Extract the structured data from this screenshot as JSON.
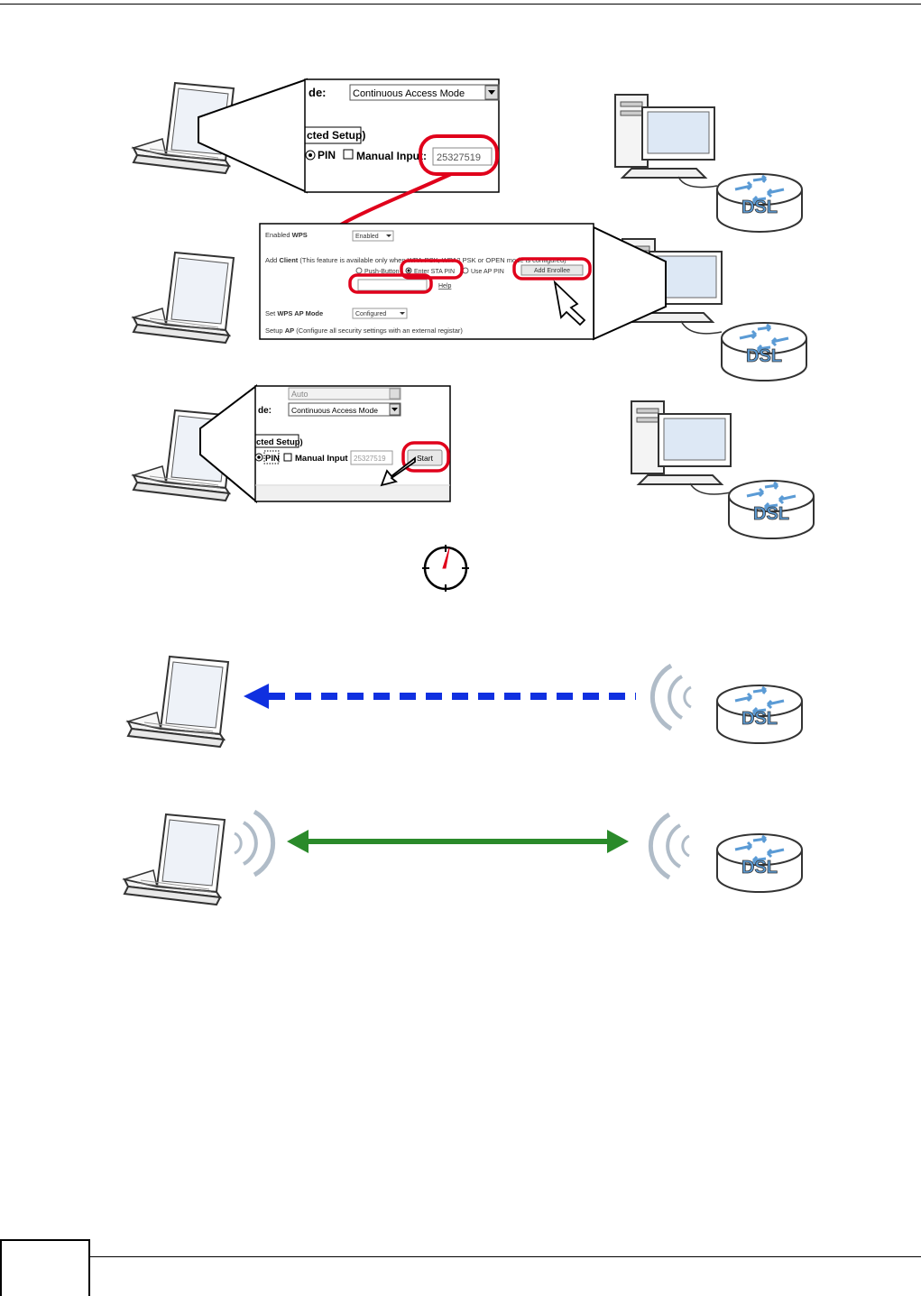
{
  "step1": {
    "mode_label": "de:",
    "mode_value": "Continuous Access Mode",
    "setup_label": "cted Setup)",
    "pin_label": "PIN",
    "manual_input_label": "Manual Input:",
    "pin_value": "25327519"
  },
  "step2": {
    "enabled_wps_label_pre": "Enabled ",
    "enabled_wps_label_bold": "WPS",
    "enabled_value": "Enabled",
    "add_client_pre": "Add ",
    "add_client_bold": "Client",
    "add_client_note": "(This feature is available only when WPA-PSK, WPA2 PSK or OPEN mode is configured)",
    "radio_push": "Push-Button",
    "radio_sta": "Enter STA PIN",
    "radio_ap": "Use AP PIN",
    "add_enrollee_button": "Add Enrollee",
    "help_link": "Help",
    "set_wps_ap_mode_pre": "Set ",
    "set_wps_ap_mode_bold": "WPS AP Mode",
    "ap_mode_value": "Configured",
    "setup_ap_bold": "AP",
    "setup_ap_pre": "Setup ",
    "setup_ap_note": "(Configure all security settings with an external registar)"
  },
  "step3": {
    "auto_value": "Auto",
    "mode_label": "de:",
    "mode_value": "Continuous Access Mode",
    "setup_label": "cted Setup)",
    "pin_label": "PIN",
    "manual_input_label": "Manual Input",
    "pin_value": "25327519",
    "start_button": "Start"
  },
  "devices": {
    "dsl_label": "DSL"
  },
  "colors": {
    "highlight_red": "#e0001b",
    "arrow_blue": "#1030e0",
    "arrow_green": "#2a8a2a",
    "router_blue": "#5b9bd5",
    "screen_blue": "#dde8f5"
  },
  "footer": {
    "page_number": ""
  }
}
